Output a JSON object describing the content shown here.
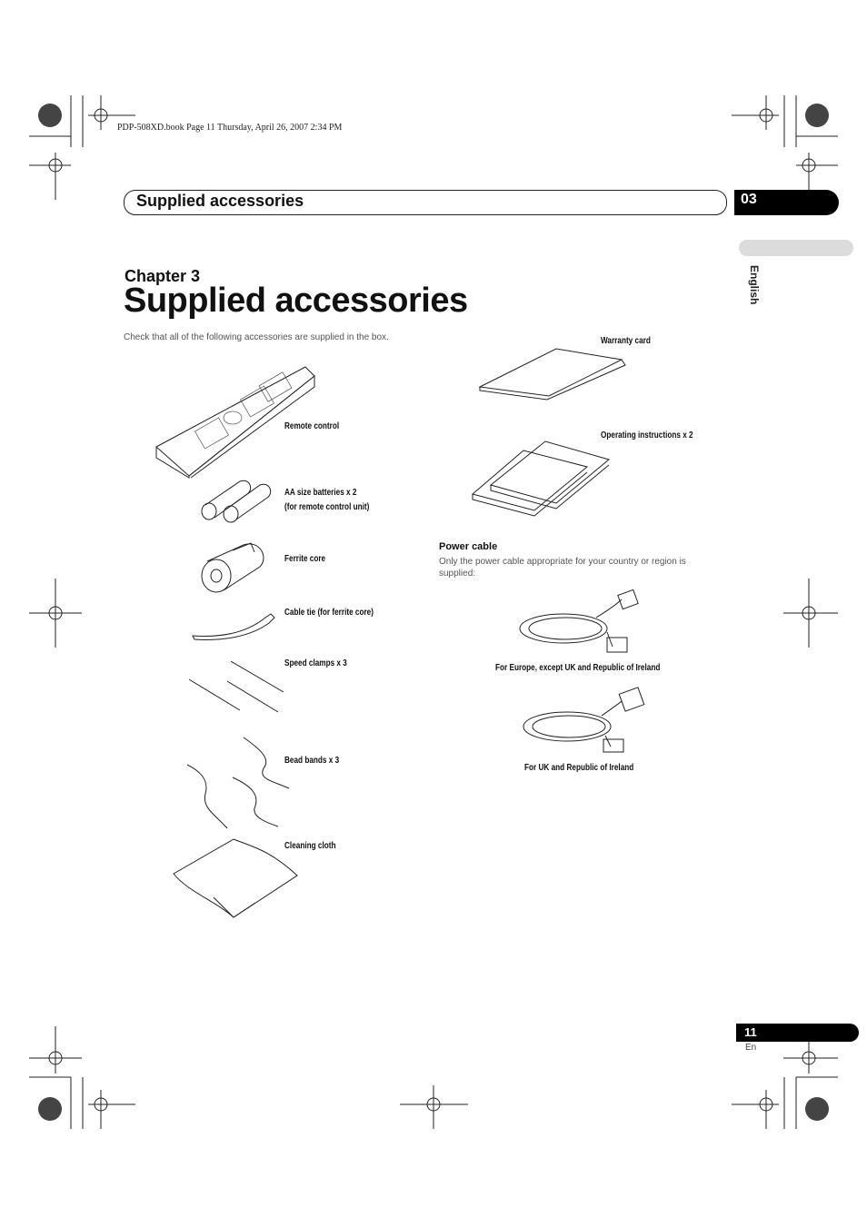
{
  "header": {
    "book_info": "PDP-508XD.book  Page 11  Thursday, April 26, 2007  2:34 PM",
    "section_title": "Supplied accessories",
    "chapter_number": "03",
    "language": "English"
  },
  "main": {
    "chapter_label": "Chapter 3",
    "title": "Supplied accessories",
    "intro": "Check that all of the following accessories are supplied in the box."
  },
  "accessories": [
    {
      "label": "Remote control"
    },
    {
      "label": "AA size batteries  x 2"
    },
    {
      "label": "(for remote control unit)"
    },
    {
      "label": "Ferrite core"
    },
    {
      "label": "Cable tie (for ferrite core)"
    },
    {
      "label": "Speed clamps  x 3"
    },
    {
      "label": "Bead bands  x 3"
    },
    {
      "label": "Cleaning cloth"
    },
    {
      "label": "Warranty card"
    },
    {
      "label": "Operating instructions  x 2"
    }
  ],
  "power": {
    "heading": "Power cable",
    "description": "Only the power cable appropriate for your country or region is supplied:",
    "cable_europe": "For Europe, except UK and Republic of Ireland",
    "cable_uk": "For UK and Republic of Ireland"
  },
  "footer": {
    "page_number": "11",
    "language_code": "En"
  }
}
